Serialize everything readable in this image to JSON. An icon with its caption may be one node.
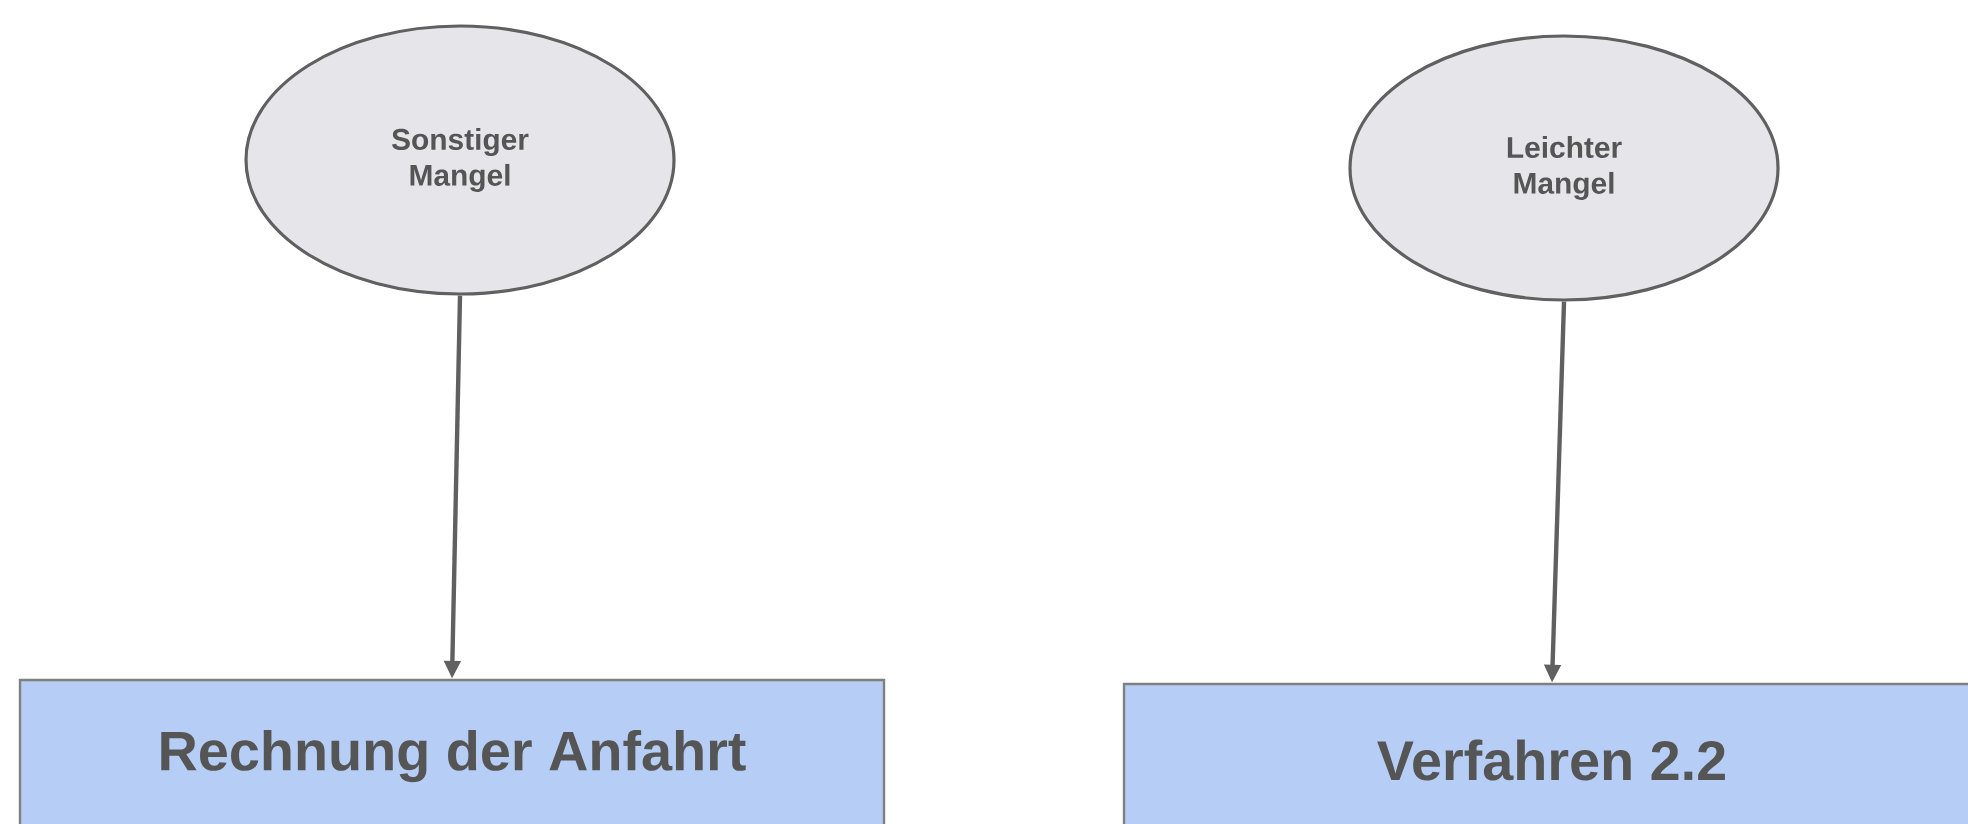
{
  "diagram": {
    "nodes": [
      {
        "text": [
          "Sonstiger Mangel"
        ]
      },
      {
        "text": [
          "Leichter Mangel"
        ]
      },
      {
        "text": [
          "Rechnung der Anfahrt"
        ]
      },
      {
        "text": [
          "Verfahren 2.2"
        ]
      }
    ],
    "edges": [
      {
        "from": 0,
        "to": 2,
        "arrow": "to"
      },
      {
        "from": 1,
        "to": 3,
        "arrow": "to"
      }
    ]
  }
}
